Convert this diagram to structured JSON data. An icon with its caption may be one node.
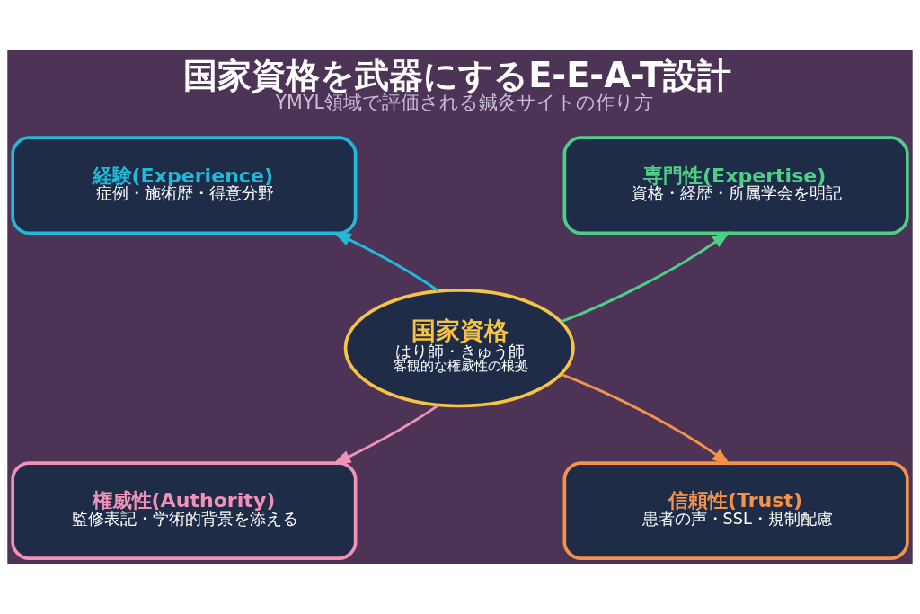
{
  "diagram": {
    "title": "国家資格を武器にするE-E-A-T設計",
    "caption": "YMYL領域で評価される鍼灸サイトの作り方",
    "nodes": [
      {
        "text": [
          "国家資格",
          "はり師・きゅう師",
          "客観的な権威性の根拠"
        ]
      },
      {
        "text": [
          "経験(Experience)",
          "症例・施術歴・得意分野"
        ]
      },
      {
        "text": [
          "専門性(Expertise)",
          "資格・経歴・所属学会を明記"
        ]
      },
      {
        "text": [
          "権威性(Authority)",
          "監修表記・学術的背景を添える"
        ]
      },
      {
        "text": [
          "信頼性(Trust)",
          "患者の声・SSL・規制配慮"
        ]
      }
    ],
    "edges": [
      {
        "from": 0,
        "to": 1,
        "arrow": "to",
        "color": "#22b8d8"
      },
      {
        "from": 0,
        "to": 2,
        "arrow": "to",
        "color": "#4fcf85"
      },
      {
        "from": 0,
        "to": 3,
        "arrow": "to",
        "color": "#f091b8"
      },
      {
        "from": 0,
        "to": 4,
        "arrow": "to",
        "color": "#f5924a"
      }
    ]
  }
}
